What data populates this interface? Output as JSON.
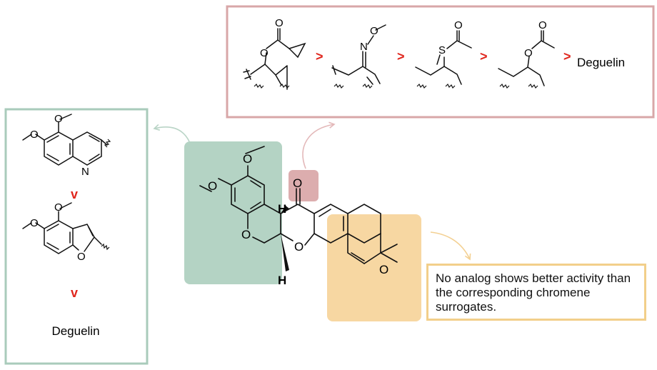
{
  "top_panel": {
    "items": [
      {
        "group": "cyclopropanecarbonyloxy",
        "atoms": [
          "O",
          "O"
        ]
      },
      {
        "group": "methoxyimino",
        "atoms": [
          "N",
          "O"
        ]
      },
      {
        "group": "thioacetyl",
        "atoms": [
          "S",
          "O"
        ]
      },
      {
        "group": "acetoxy",
        "atoms": [
          "O",
          "O"
        ]
      }
    ],
    "separator": ">",
    "tail_label": "Deguelin"
  },
  "left_panel": {
    "separator": "v",
    "tail_label": "Deguelin",
    "quinoline_atoms": [
      "O",
      "O",
      "N"
    ],
    "benzofuran_atoms": [
      "O",
      "O",
      "O"
    ]
  },
  "core": {
    "atoms": {
      "methoxy_top": "O",
      "methoxy_left": "O",
      "ring_oxygen_b": "O",
      "ring_oxygen_c": "O",
      "carbonyl": "O",
      "chromene_oxygen": "O",
      "h_top": "H",
      "h_bottom": "H"
    }
  },
  "note": {
    "text": "No analog shows better activity than the corresponding chromene surrogates."
  },
  "colors": {
    "top_panel_border": "#d8a7a8",
    "left_panel_border": "#a9cbbb",
    "note_border": "#f2cf8a",
    "green_highlight": "#b4d3c4",
    "pink_highlight": "#dcadae",
    "orange_highlight": "#f7d7a2",
    "separator_red": "#e0261d",
    "arrow_pink": "#e3b8b9",
    "arrow_green": "#b9d4c6",
    "arrow_orange": "#f3d092"
  }
}
